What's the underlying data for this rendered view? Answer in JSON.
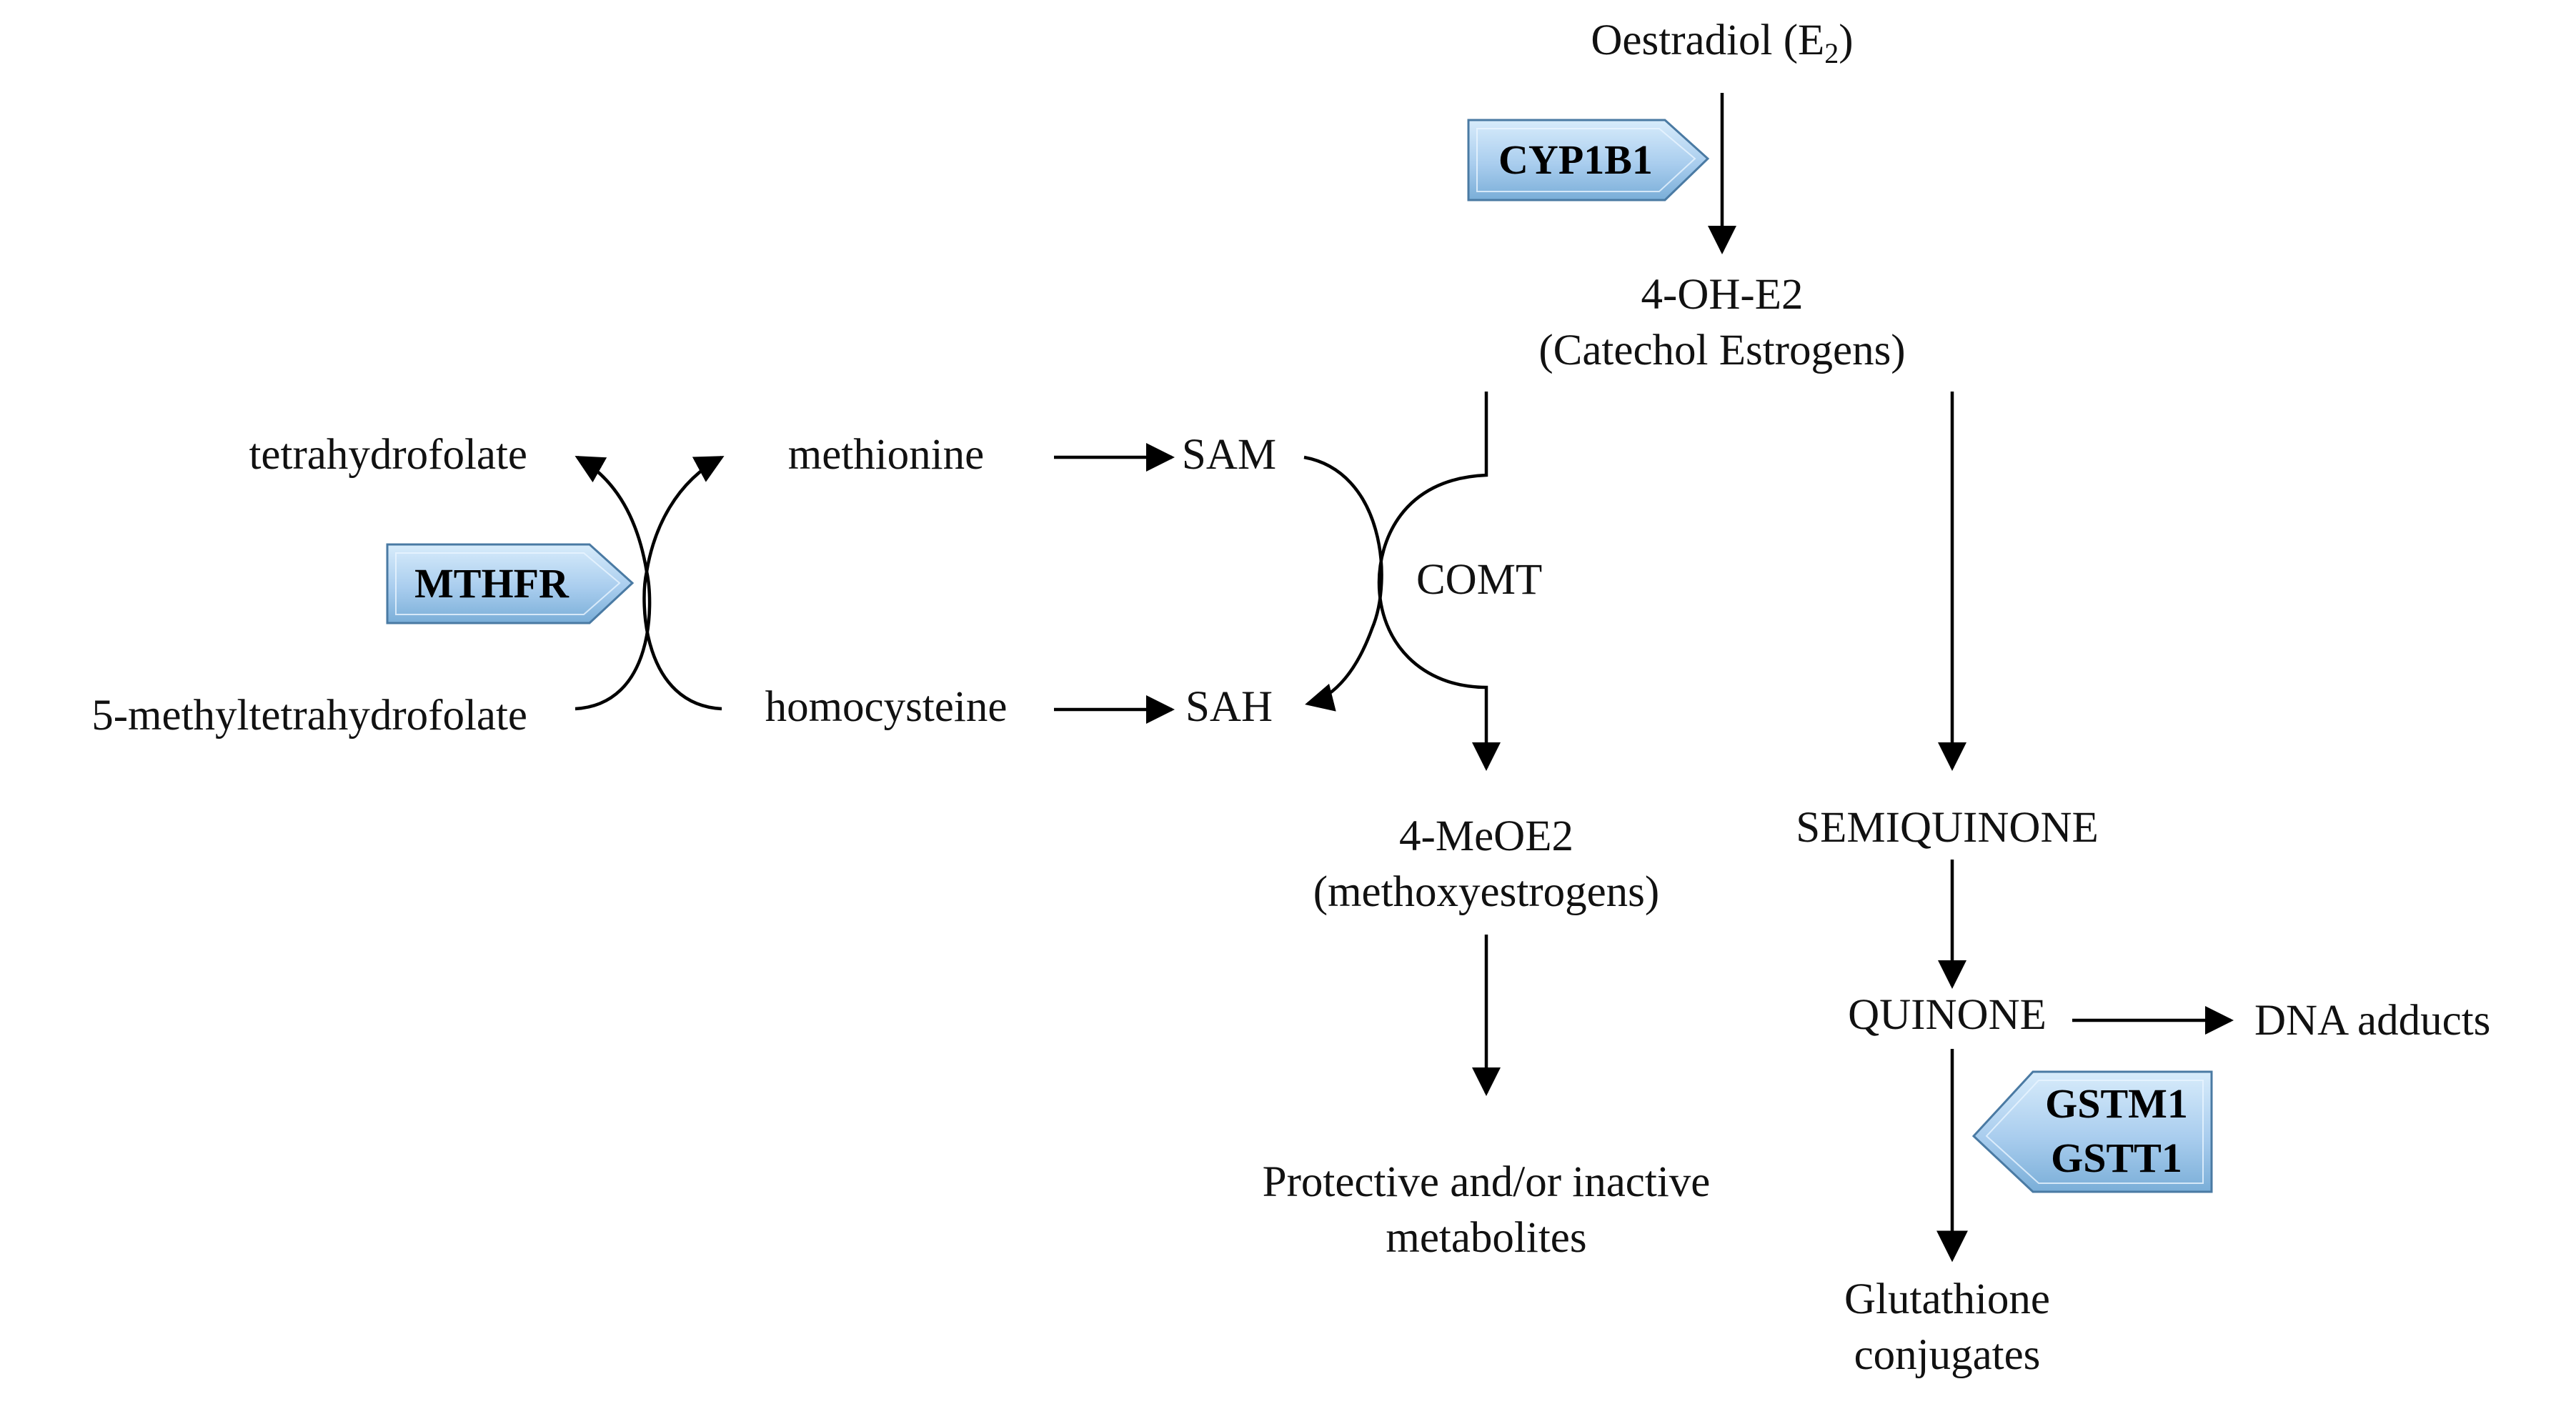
{
  "title": "",
  "nodes": {
    "oestradiol": "Oestradiol (E",
    "oestradiol_sub": "2",
    "oestradiol_close": ")",
    "oh_e2": "4-OH-E2",
    "catechol": "(Catechol Estrogens)",
    "tetrahydrofolate": "tetrahydrofolate",
    "methyltetrahydrofolate": "5-methyltetrahydrofolate",
    "methionine": "methionine",
    "homocysteine": "homocysteine",
    "sam": "SAM",
    "sah": "SAH",
    "comt": "COMT",
    "meoe2": "4-MeOE2",
    "methoxyestrogens": "(methoxyestrogens)",
    "protective_1": "Protective and/or inactive",
    "protective_2": "metabolites",
    "semiquinone": "SEMIQUINONE",
    "quinone": "QUINONE",
    "dna_adducts": "DNA adducts",
    "glutathione_1": "Glutathione",
    "glutathione_2": "conjugates"
  },
  "enzymes": {
    "cyp1b1": "CYP1B1",
    "mthfr": "MTHFR",
    "gstm1": "GSTM1",
    "gstt1": "GSTT1"
  },
  "colors": {
    "enzyme_fill_light": "#cfe6f8",
    "enzyme_fill_dark": "#7fb2dc",
    "enzyme_stroke": "#4a7aa3",
    "text": "#111111",
    "line": "#000000"
  }
}
